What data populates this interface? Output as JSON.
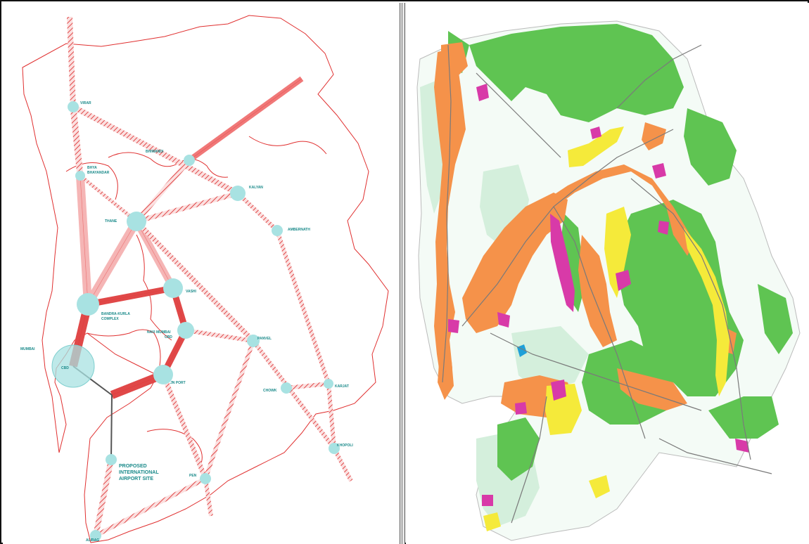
{
  "left_map": {
    "node_labels": {
      "virar": "VIRAR",
      "bhiwandi": "BHIWANDI",
      "bhayandar_1": "BHYA",
      "bhayandar_2": "BHAYANDAR",
      "kalyan": "KALYAN",
      "thane": "THANE",
      "ambernath": "AMBERNATH",
      "vashi": "VASHI",
      "bkc_1": "BANDRA-KURLA",
      "bkc_2": "COMPLEX",
      "navi_1": "NAVI MUMBAI",
      "navi_2": "CBD",
      "mumbai": "MUMBAI",
      "cbd": "CBD",
      "panvel": "PANVEL",
      "jnport": "JN PORT",
      "chowk": "CHOWK",
      "karjat": "KARJAT",
      "khopoli": "KHOPOLI",
      "airport_1": "PROPOSED",
      "airport_2": "INTERNATIONAL",
      "airport_3": "AIRPORT SITE",
      "pen": "PEN",
      "alibag": "ALIBAG"
    },
    "colors": {
      "boundary": "#e03030",
      "corridor_fill": "#f07878",
      "corridor_light": "#f5b5b5",
      "corridor_dark": "#e04848",
      "node": "#a8e2e2",
      "label": "#1a8a8a",
      "link": "#555555"
    }
  },
  "right_map": {
    "colors": {
      "background": "#ffffff",
      "light_green": "#d4efdc",
      "forest": "#5fc452",
      "urban": "#f5924a",
      "yellow": "#f5ea3a",
      "industrial": "#d83aa8",
      "road": "#7a7a7a",
      "water": "#1fa0d8"
    }
  }
}
